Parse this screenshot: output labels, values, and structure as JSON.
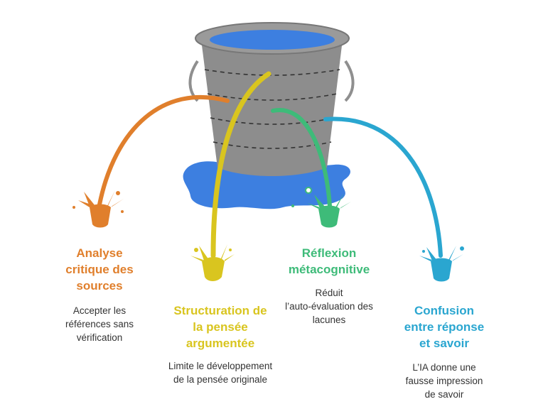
{
  "colors": {
    "orange": "#e07f2c",
    "yellow": "#d9c51f",
    "green": "#3ebb79",
    "blue": "#2aa6d0",
    "water": "#3d7fe0",
    "bucket": "#8c8c8c"
  },
  "items": [
    {
      "title": [
        "Analyse",
        "critique des",
        "sources"
      ],
      "description": [
        "Accepter les",
        "références sans",
        "vérification"
      ]
    },
    {
      "title": [
        "Structuration de",
        "la pensée",
        "argumentée"
      ],
      "description": [
        "Limite le développement",
        "de la pensée originale"
      ]
    },
    {
      "title": [
        "Réflexion",
        "métacognitive"
      ],
      "description": [
        "Réduit",
        "l’auto-évaluation des",
        "lacunes"
      ]
    },
    {
      "title": [
        "Confusion",
        "entre réponse",
        "et savoir"
      ],
      "description": [
        "L’IA donne une",
        "fausse impression",
        "de savoir"
      ]
    }
  ]
}
